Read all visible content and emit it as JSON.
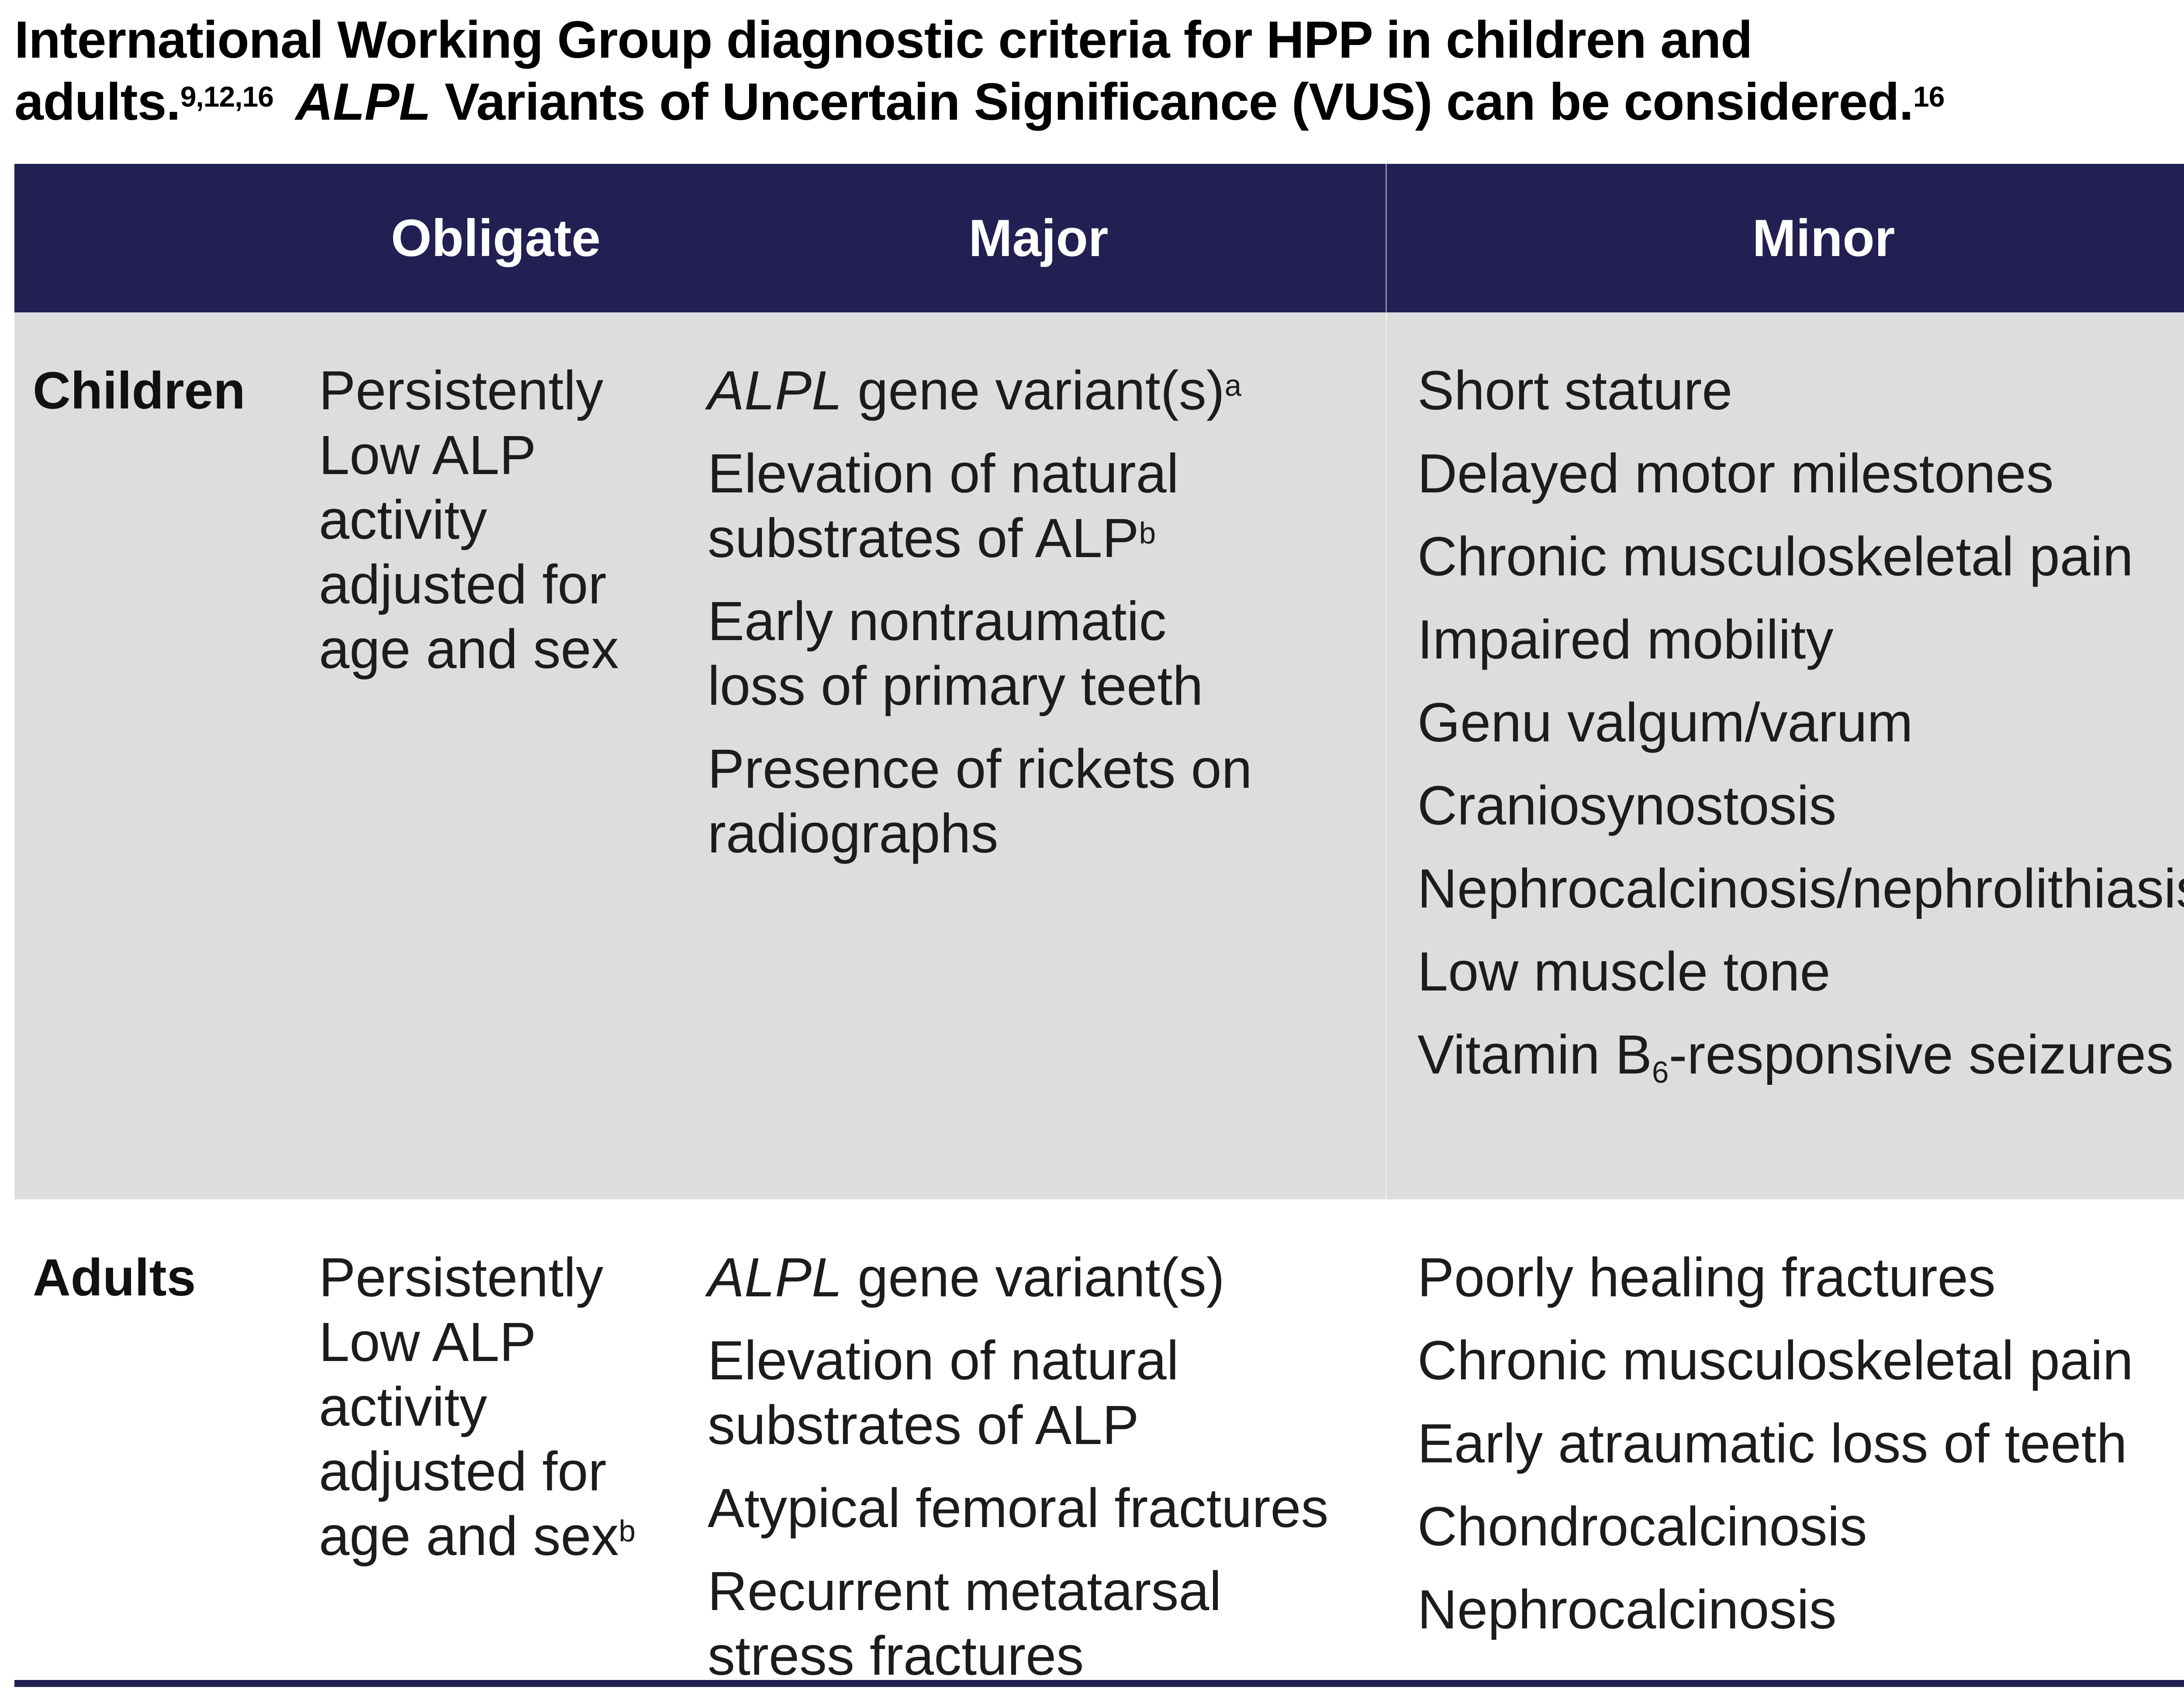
{
  "title": {
    "line1": "International Working Group diagnostic criteria for HPP in children and",
    "line2": [
      {
        "t": "adults."
      },
      {
        "t": "9,12,16",
        "s": "sup"
      },
      {
        "t": "ALPL",
        "s": "i"
      },
      {
        "t": " Variants of Uncertain Significance (VUS) can be considered."
      },
      {
        "t": "16",
        "s": "sup"
      }
    ]
  },
  "header": {
    "col_row_label": "",
    "col_obligate": "Obligate",
    "col_major": "Major",
    "col_minor": "Minor"
  },
  "rows": {
    "children": {
      "label": "Children",
      "obligate": [
        [
          {
            "t": "Persistently\nLow ALP\nactivity\nadjusted for\nage and sex"
          }
        ]
      ],
      "major": [
        [
          {
            "t": "ALPL",
            "s": "i"
          },
          {
            "t": " gene variant(s)"
          },
          {
            "t": "a",
            "s": "sup"
          }
        ],
        [
          {
            "t": "Elevation of natural\nsubstrates of ALP"
          },
          {
            "t": "b",
            "s": "sup"
          }
        ],
        [
          {
            "t": "Early nontraumatic\nloss of primary teeth"
          }
        ],
        [
          {
            "t": "Presence of rickets on\nradiographs"
          }
        ]
      ],
      "minor": [
        [
          {
            "t": "Short stature"
          }
        ],
        [
          {
            "t": "Delayed motor milestones"
          }
        ],
        [
          {
            "t": "Chronic musculoskeletal pain"
          }
        ],
        [
          {
            "t": "Impaired mobility"
          }
        ],
        [
          {
            "t": "Genu valgum/varum"
          }
        ],
        [
          {
            "t": "Craniosynostosis"
          }
        ],
        [
          {
            "t": "Nephrocalcinosis/nephrolithiasis"
          }
        ],
        [
          {
            "t": "Low muscle tone"
          }
        ],
        [
          {
            "t": "Vitamin B"
          },
          {
            "t": "6",
            "s": "sub"
          },
          {
            "t": "-responsive seizures"
          }
        ]
      ]
    },
    "adults": {
      "label": "Adults",
      "obligate": [
        [
          {
            "t": "Persistently\nLow ALP\nactivity\nadjusted for\nage and sex"
          },
          {
            "t": "b",
            "s": "sup"
          }
        ]
      ],
      "major": [
        [
          {
            "t": "ALPL",
            "s": "i"
          },
          {
            "t": " gene variant(s)"
          }
        ],
        [
          {
            "t": "Elevation of natural\nsubstrates of ALP"
          }
        ],
        [
          {
            "t": "Atypical femoral fractures"
          }
        ],
        [
          {
            "t": "Recurrent metatarsal\nstress fractures"
          }
        ]
      ],
      "minor": [
        [
          {
            "t": "Poorly healing fractures"
          }
        ],
        [
          {
            "t": "Chronic musculoskeletal pain"
          }
        ],
        [
          {
            "t": "Early atraumatic loss of teeth"
          }
        ],
        [
          {
            "t": "Chondrocalcinosis"
          }
        ],
        [
          {
            "t": "Nephrocalcinosis"
          }
        ]
      ]
    }
  },
  "colors": {
    "header_bg": "#221f52",
    "children_row_bg": "#dedddd",
    "adults_row_bg": "#ffffff",
    "bottom_rule": "#221f52",
    "header_text": "#ffffff",
    "body_text": "#1c1c1c"
  }
}
